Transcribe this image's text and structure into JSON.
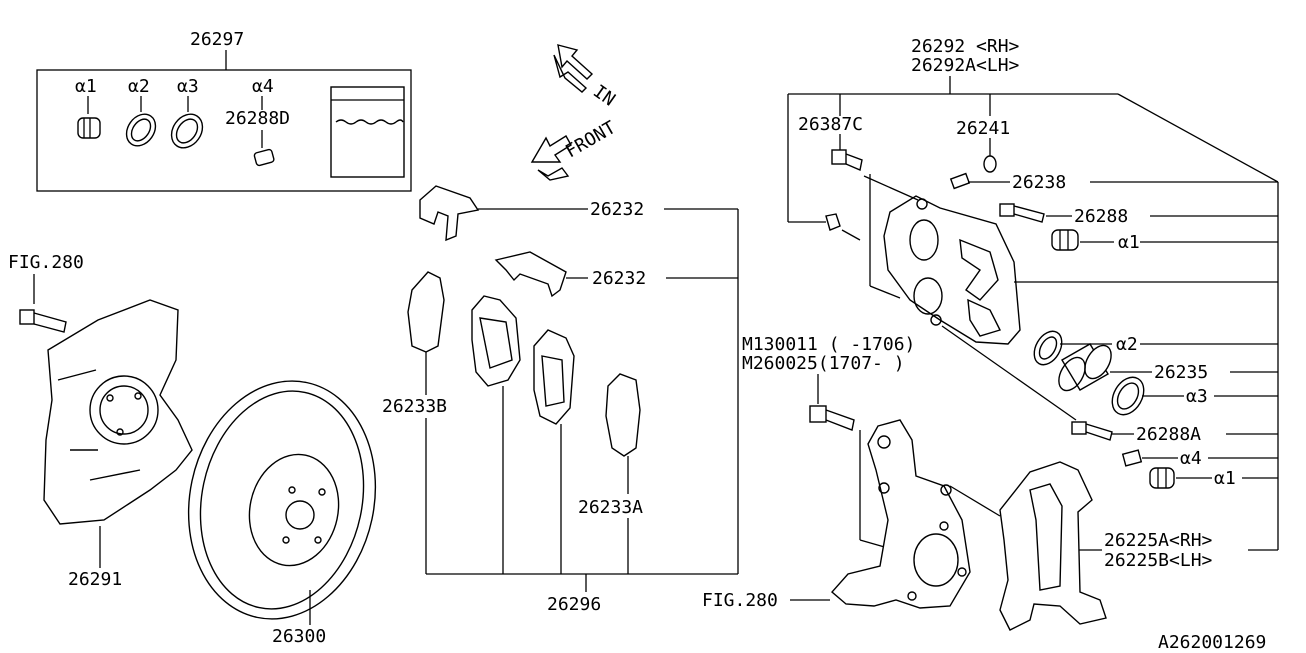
{
  "labels": {
    "kit": "26297",
    "a1_top": "α1",
    "a2_top": "α2",
    "a3_top": "α3",
    "a4_top": "α4",
    "grease": "26288D",
    "in": "IN",
    "front": "FRONT",
    "fig280_top": "FIG.280",
    "shield": "26291",
    "rotor": "26300",
    "clip1": "26232",
    "clip2": "26232",
    "pad_b": "26233B",
    "pad_a": "26233A",
    "pad_set": "26296",
    "caliper_rh": "26292 <RH>",
    "caliper_lh": "26292A<LH>",
    "bleeder": "26387C",
    "cap": "26241",
    "bleeder_screw": "26238",
    "pin": "26288",
    "a1_r1": "α1",
    "a2_r": "α2",
    "piston": "26235",
    "a3_r": "α3",
    "pin_a": "26288A",
    "a4_r": "α4",
    "a1_r2": "α1",
    "bolt_m1": "M130011 ( -1706)",
    "bolt_m2": "M260025(1707- )",
    "support_rh": "26225A<RH>",
    "support_lh": "26225B<LH>",
    "fig280_bottom": "FIG.280",
    "diagram_id": "A262001269"
  }
}
